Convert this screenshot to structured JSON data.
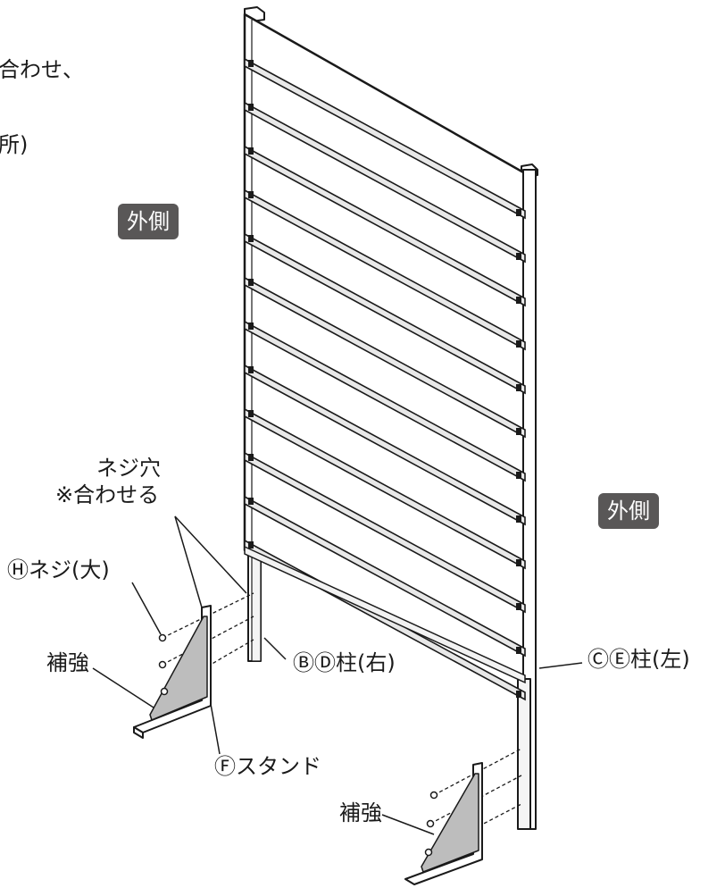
{
  "instructions": {
    "line1_fragment": "合わせ、",
    "line2_fragment": "所)"
  },
  "labels": {
    "outside_upper": "外側",
    "outside_right": "外側",
    "screw_holes_line1": "ネジ穴",
    "screw_holes_line2": "※合わせる",
    "screw_large": "Ⓗネジ(大)",
    "reinforcement_left": "補強",
    "reinforcement_bottom": "補強",
    "post_right": "ⒷⒹ柱(右)",
    "post_left": "ⒸⒺ柱(左)",
    "stand": "Ⓕスタンド"
  },
  "colors": {
    "ink": "#1a1a1a",
    "badge_fill": "#595757",
    "panel_shade": "#e8e8e8",
    "brace_shade": "#bdbdbd"
  }
}
